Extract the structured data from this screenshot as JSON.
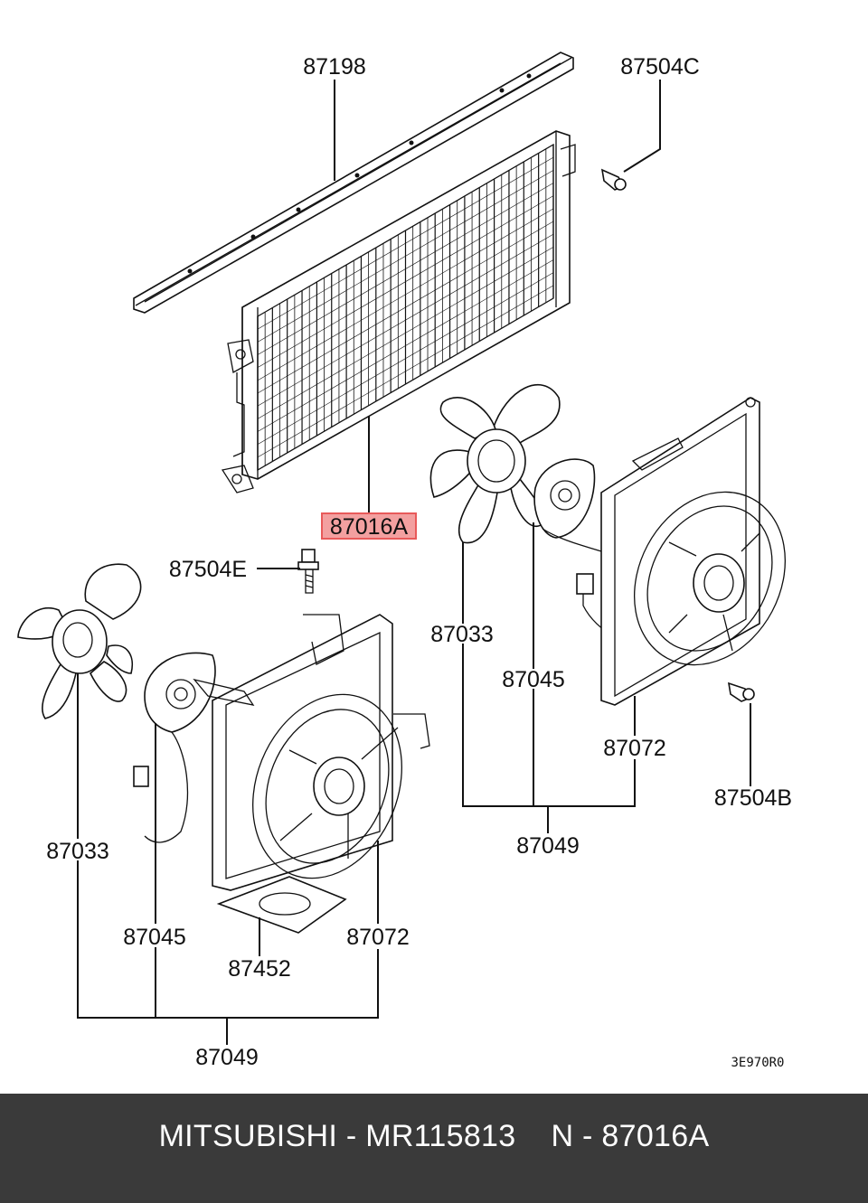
{
  "labels": {
    "p87198": "87198",
    "p87504C": "87504C",
    "p87016A": "87016A",
    "p87504E": "87504E",
    "p87033_right": "87033",
    "p87045_right": "87045",
    "p87072_right": "87072",
    "p87504B": "87504B",
    "p87049_right": "87049",
    "p87033_left": "87033",
    "p87045_left": "87045",
    "p87072_left": "87072",
    "p87452": "87452",
    "p87049_left": "87049",
    "diagram_code": "3E970R0"
  },
  "highlight": {
    "color": "#e85a5a",
    "fill": "#f3a0a0",
    "part": "87016A"
  },
  "footer": {
    "brand": "MITSUBISHI",
    "part_number": "MR115813",
    "ref": "N - 87016A",
    "text": "MITSUBISHI - MR115813    N - 87016A",
    "background": "#3a3a3a"
  }
}
